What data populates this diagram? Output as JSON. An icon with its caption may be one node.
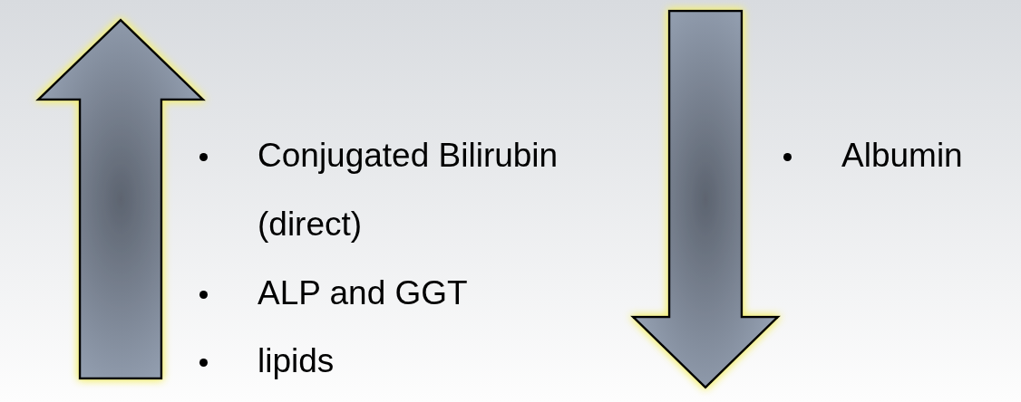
{
  "diagram": {
    "labels": [
      "Conjugated Bilirubin (direct)",
      "ALP and GGT",
      "lipids",
      "Albumin"
    ]
  }
}
